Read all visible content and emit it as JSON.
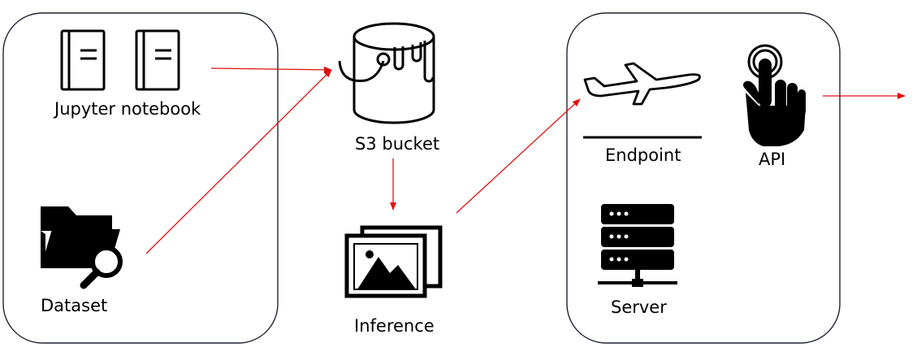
{
  "diagram": {
    "nodes": {
      "jupyter": {
        "label": "Jupyter notebook",
        "icon": "notebook-icon"
      },
      "dataset": {
        "label": "Dataset",
        "icon": "folder-search-icon"
      },
      "s3": {
        "label": "S3 bucket",
        "icon": "paint-bucket-icon"
      },
      "inference": {
        "label": "Inference",
        "icon": "image-gallery-icon"
      },
      "endpoint": {
        "label": "Endpoint",
        "icon": "airplane-takeoff-icon"
      },
      "api": {
        "label": "API",
        "icon": "touch-hand-icon"
      },
      "server": {
        "label": "Server",
        "icon": "server-rack-icon"
      }
    },
    "edges": [
      {
        "from": "jupyter",
        "to": "s3"
      },
      {
        "from": "dataset",
        "to": "s3"
      },
      {
        "from": "s3",
        "to": "inference"
      },
      {
        "from": "inference",
        "to": "endpoint"
      },
      {
        "from": "api",
        "to": "output"
      }
    ],
    "colors": {
      "arrow": "#e01010",
      "stroke": "#000000",
      "background": "#ffffff"
    }
  }
}
